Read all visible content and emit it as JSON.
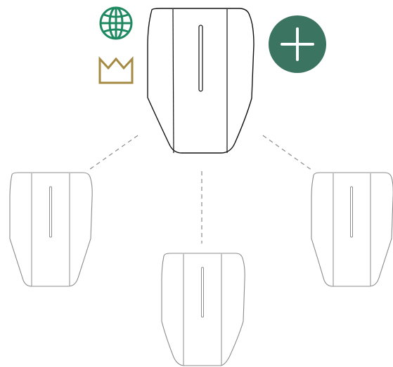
{
  "diagram": {
    "primary_charger": {
      "badges": [
        "globe-icon",
        "crown-icon"
      ],
      "action": "plus-icon"
    },
    "secondary_chargers": [
      {
        "name": "charger-left"
      },
      {
        "name": "charger-bottom"
      },
      {
        "name": "charger-right"
      }
    ]
  },
  "colors": {
    "globe": "#1f8a61",
    "crown": "#a58a43",
    "add_button": "#3b7461",
    "add_icon": "#ffffff",
    "primary_stroke": "#111111",
    "secondary_stroke": "#8b8b8b",
    "connector": "#8a8a8a"
  }
}
